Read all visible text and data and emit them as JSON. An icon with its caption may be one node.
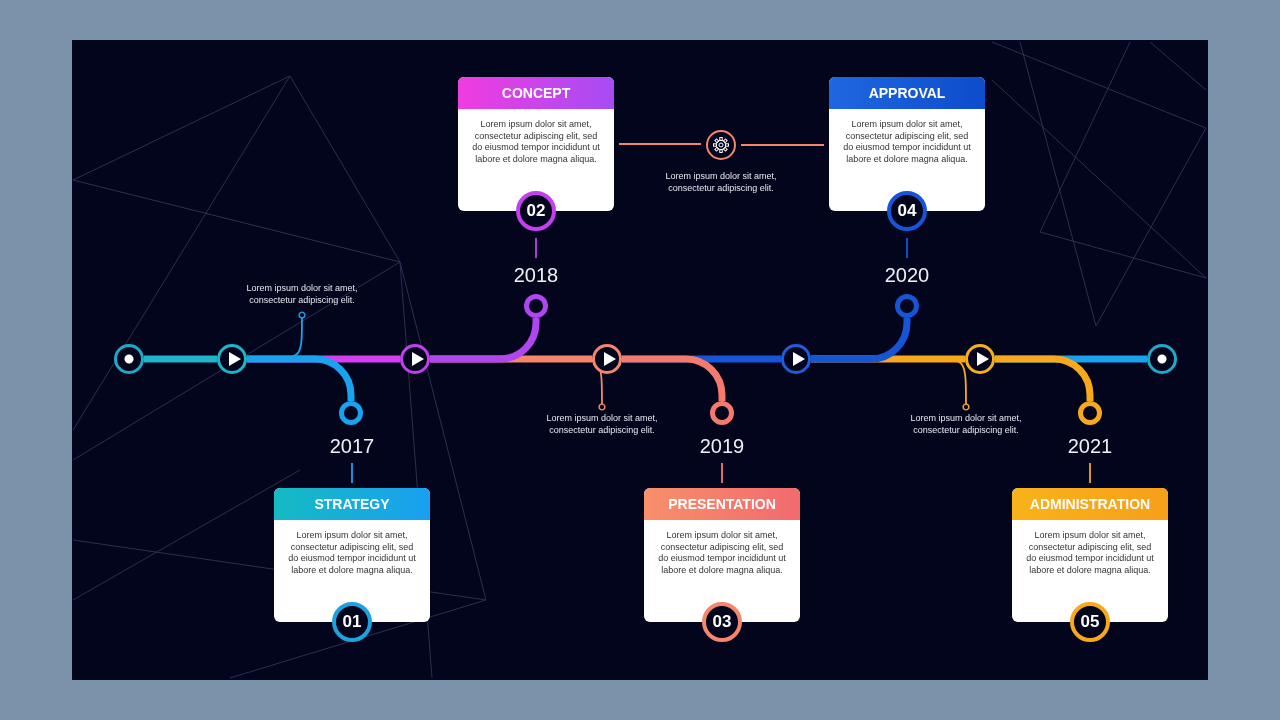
{
  "diagram": {
    "nodes": [
      {
        "text": [],
        "shape": "circle"
      },
      {
        "text": [],
        "shape": "circle"
      },
      {
        "text": [],
        "shape": "circle"
      },
      {
        "text": [],
        "shape": "circle"
      },
      {
        "text": [],
        "shape": "circle"
      },
      {
        "text": [],
        "shape": "circle"
      },
      {
        "text": [],
        "shape": "circle"
      },
      {
        "text": [],
        "shape": "circle"
      },
      {
        "text": [],
        "shape": "circle"
      },
      {
        "text": [],
        "shape": "circle"
      },
      {
        "text": [],
        "shape": "circle"
      },
      {
        "text": [],
        "shape": "circle"
      },
      {
        "text": [
          "2017"
        ]
      },
      {
        "text": [
          "2018"
        ]
      },
      {
        "text": [
          "2019"
        ]
      },
      {
        "text": [
          "2020"
        ]
      },
      {
        "text": [
          "2021"
        ]
      },
      {
        "text": [
          "STRATEGY",
          "Lorem ipsum dolor sit amet, consectetur adipiscing elit, sed do eiusmod tempor incididunt ut labore et dolore magna aliqua.",
          "01"
        ]
      },
      {
        "text": [
          "CONCEPT",
          "Lorem ipsum dolor sit amet, consectetur adipiscing elit, sed do eiusmod tempor incididunt ut labore et dolore magna aliqua.",
          "02"
        ]
      },
      {
        "text": [
          "PRESENTATION",
          "Lorem ipsum dolor sit amet, consectetur adipiscing elit, sed do eiusmod tempor incididunt ut labore et dolore magna aliqua.",
          "03"
        ]
      },
      {
        "text": [
          "APPROVAL",
          "Lorem ipsum dolor sit amet, consectetur adipiscing elit, sed do eiusmod tempor incididunt ut labore et dolore magna aliqua.",
          "04"
        ]
      },
      {
        "text": [
          "ADMINISTRATION",
          "Lorem ipsum dolor sit amet, consectetur adipiscing elit, sed do eiusmod tempor incididunt ut labore et dolore magna aliqua.",
          "05"
        ]
      },
      {
        "text": [],
        "shape": "circle",
        "beside": [
          "Lorem ipsum dolor sit amet, consectetur adipiscing elit."
        ]
      },
      {
        "text": [
          "Lorem ipsum dolor sit amet, consectetur adipiscing elit."
        ]
      },
      {
        "text": [
          "Lorem ipsum dolor sit amet, consectetur adipiscing elit."
        ]
      },
      {
        "text": [
          "Lorem ipsum dolor sit amet, consectetur adipiscing elit."
        ]
      }
    ],
    "edges": [
      {
        "from": 0,
        "to": 1,
        "arrow": "none",
        "color": "#1fb5c8"
      },
      {
        "from": 1,
        "to": 7,
        "arrow": "none",
        "color": "#18a3ef"
      },
      {
        "from": 1,
        "to": 2,
        "arrow": "none",
        "color": "#d63ff0"
      },
      {
        "from": 2,
        "to": 8,
        "arrow": "none",
        "color": "#b046ef"
      },
      {
        "from": 2,
        "to": 3,
        "arrow": "none",
        "color": "#f4866c"
      },
      {
        "from": 3,
        "to": 9,
        "arrow": "none",
        "color": "#f47a6e"
      },
      {
        "from": 3,
        "to": 4,
        "arrow": "none",
        "color": "#1656d6"
      },
      {
        "from": 4,
        "to": 10,
        "arrow": "none",
        "color": "#1656d6"
      },
      {
        "from": 4,
        "to": 5,
        "arrow": "none",
        "color": "#f7a81b"
      },
      {
        "from": 5,
        "to": 11,
        "arrow": "none",
        "color": "#f7a81b"
      },
      {
        "from": 5,
        "to": 6,
        "arrow": "none",
        "color": "#18a3ef"
      },
      {
        "from": 12,
        "to": 17,
        "arrow": "none",
        "color": "#18a3ef"
      },
      {
        "from": 13,
        "to": 18,
        "arrow": "none",
        "color": "#c03ff0"
      },
      {
        "from": 14,
        "to": 19,
        "arrow": "none",
        "color": "#f47a6e"
      },
      {
        "from": 15,
        "to": 20,
        "arrow": "none",
        "color": "#1656d6"
      },
      {
        "from": 16,
        "to": 21,
        "arrow": "none",
        "color": "#f7a81b"
      },
      {
        "from": 18,
        "to": 22,
        "arrow": "none",
        "color": "#f4866c"
      },
      {
        "from": 22,
        "to": 20,
        "arrow": "none",
        "color": "#f4866c"
      },
      {
        "from": 23,
        "to": null,
        "arrow": "other",
        "color": "#18a3ef"
      },
      {
        "from": 24,
        "to": null,
        "arrow": "other",
        "color": "#f4866c"
      },
      {
        "from": 25,
        "to": null,
        "arrow": "other",
        "color": "#f7a81b"
      }
    ]
  }
}
